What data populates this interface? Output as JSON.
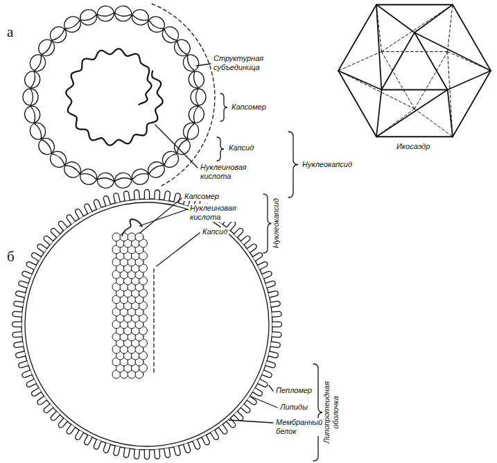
{
  "diagram": {
    "labels": [
      "а",
      "Структурная субъединица",
      "Капсомер",
      "Капсид",
      "Нуклеиновая кислота",
      "Нуклеокапсид",
      "Икосаэдр",
      "б",
      "Капсомер",
      "Нуклеиновая кислота",
      "Капсид",
      "Нуклеокапсид",
      "Пепломер",
      "Липиды",
      "Мембранный белок",
      "Липопротеидная оболочка"
    ]
  }
}
